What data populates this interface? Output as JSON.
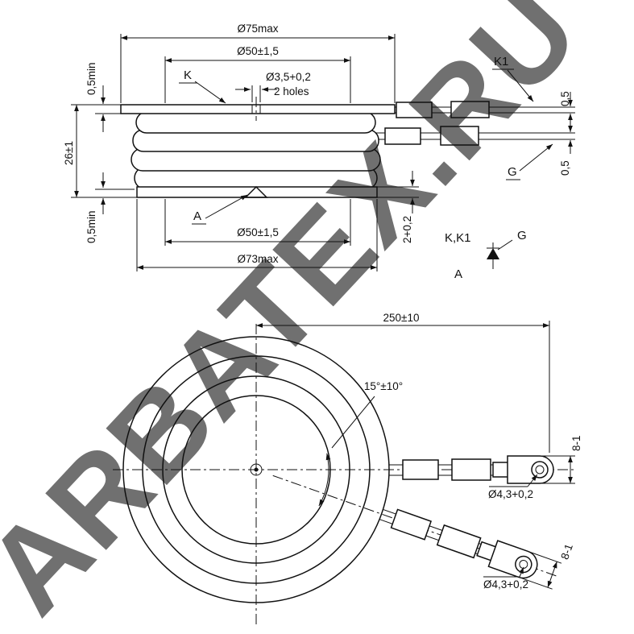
{
  "watermark": {
    "text": "ARBATEX.RU",
    "color": "#d60000"
  },
  "side_view": {
    "dim_outer_top": "Ø75max",
    "dim_pole_top": "Ø50±1,5",
    "dim_hole": "Ø3,5+0,2",
    "hole_note": "2 holes",
    "dim_clearance_top": "0,5min",
    "dim_height": "26±1",
    "dim_clearance_bottom": "0,5min",
    "dim_pole_bottom": "Ø50±1,5",
    "dim_outer_bottom": "Ø73max",
    "dim_base_thickness": "2+0,2",
    "dim_lead_upper": "0,5",
    "dim_lead_lower": "0,5",
    "label_cathode": "K",
    "label_cathode_lead": "K1",
    "label_gate": "G",
    "label_anode": "A"
  },
  "symbol": {
    "cathode": "K,K1",
    "gate": "G",
    "anode": "A"
  },
  "plan_view": {
    "dim_lead_length": "250±10",
    "dim_lead_angle": "15°±10°",
    "dim_hole_upper": "Ø4,3+0,2",
    "dim_hole_lower": "Ø4,3+0,2",
    "dim_lug_upper": "8-1",
    "dim_lug_lower": "8-1"
  }
}
